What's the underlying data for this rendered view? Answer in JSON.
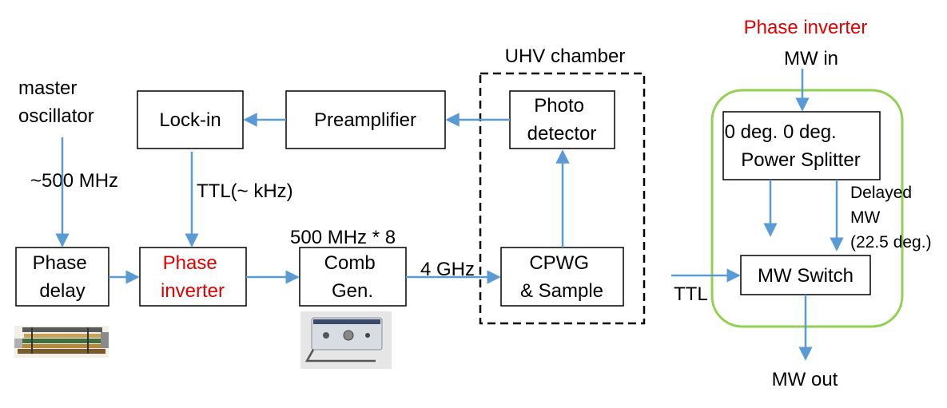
{
  "colors": {
    "arrow": "#5b9bd5",
    "box_border": "#000000",
    "highlight_text": "#e00000",
    "inverter_frame": "#92d050",
    "chamber_border": "#000000"
  },
  "left_diagram": {
    "master_oscillator": [
      "master",
      "oscillator"
    ],
    "frequency_label": "~500 MHz",
    "ttl_label": "TTL(~ kHz)",
    "multiplier_label": "500 MHz * 8",
    "output_freq_label": "4 GHz",
    "chamber_label": "UHV chamber",
    "boxes": {
      "lockin": [
        "Lock-in"
      ],
      "preamplifier": [
        "Preamplifier"
      ],
      "photodetector": [
        "Photo",
        "detector"
      ],
      "phase_delay": [
        "Phase",
        "delay"
      ],
      "phase_inverter": [
        "Phase",
        "inverter"
      ],
      "comb_gen": [
        "Comb",
        "Gen."
      ],
      "cpwg_sample": [
        "CPWG",
        "& Sample"
      ]
    },
    "photos": [
      "phase-delay-device-photo",
      "comb-generator-device-photo"
    ]
  },
  "right_diagram": {
    "title": "Phase inverter",
    "mw_in": "MW in",
    "mw_out": "MW out",
    "ttl": "TTL",
    "delayed_label": [
      "Delayed",
      "MW",
      "(22.5 deg.)"
    ],
    "boxes": {
      "power_splitter": [
        "0 deg. 0 deg.",
        "Power Splitter"
      ],
      "mw_switch": [
        "MW Switch"
      ]
    }
  }
}
